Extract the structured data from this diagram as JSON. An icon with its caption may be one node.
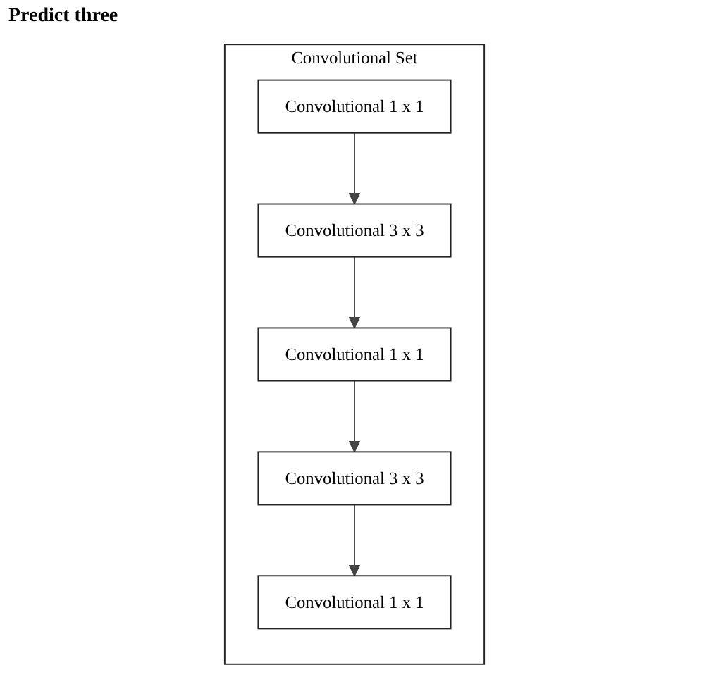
{
  "diagram": {
    "title": "Predict three",
    "nodes": [
      {
        "text": [
          "Convolutional Set"
        ]
      },
      {
        "text": [
          "Convolutional 1 x 1"
        ],
        "in": 0
      },
      {
        "text": [
          "Convolutional 3 x 3"
        ],
        "in": 0
      },
      {
        "text": [
          "Convolutional 1 x 1"
        ],
        "in": 0
      },
      {
        "text": [
          "Convolutional 3 x 3"
        ],
        "in": 0
      },
      {
        "text": [
          "Convolutional 1 x 1"
        ],
        "in": 0
      }
    ],
    "edges": [
      {
        "from": 1,
        "to": 2,
        "arrow": "to"
      },
      {
        "from": 2,
        "to": 3,
        "arrow": "to"
      },
      {
        "from": 3,
        "to": 4,
        "arrow": "to"
      },
      {
        "from": 4,
        "to": 5,
        "arrow": "to"
      }
    ]
  }
}
